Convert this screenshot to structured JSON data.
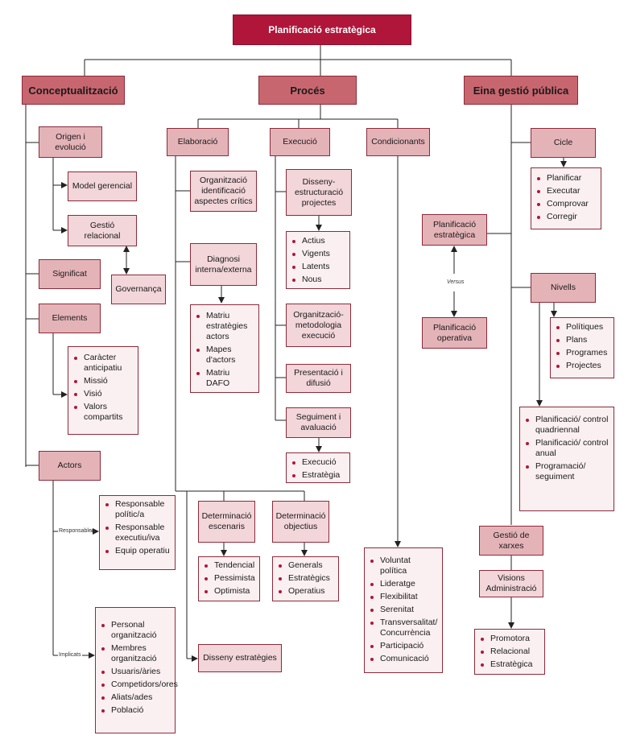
{
  "title": "Planificació estratègica",
  "heads": {
    "concept": "Conceptualització",
    "proces": "Procés",
    "eina": "Eina gestió pública"
  },
  "concept": {
    "origen": "Origen i evolució",
    "model": "Model gerencial",
    "gestio_rel": "Gestió relacional",
    "governanca": "Governança",
    "significat": "Significat",
    "elements": "Elements",
    "elements_list": [
      "Caràcter anticipatiu",
      "Missió",
      "Visió",
      "Valors compartits"
    ],
    "actors": "Actors",
    "responsables_label": "Responsables",
    "responsables_list": [
      "Responsable polític/a",
      "Responsable executiu/iva",
      "Equip operatiu"
    ],
    "implicats_label": "Implicats",
    "implicats_list": [
      "Personal organització",
      "Membres organització",
      "Usuaris/àries",
      "Competidors/ores",
      "Aliats/ades",
      "Població"
    ]
  },
  "proces": {
    "elaboracio": "Elaboració",
    "execucio": "Execució",
    "condicionants": "Condicionants",
    "org_ident": "Organització identificació aspectes crítics",
    "diagnosi": "Diagnosi interna/externa",
    "diagnosi_list": [
      "Matriu estratègies actors",
      "Mapes d'actors",
      "Matriu DAFO"
    ],
    "disseny_proj": "Disseny-estructuració projectes",
    "projectes_list": [
      "Actius",
      "Vigents",
      "Latents",
      "Nous"
    ],
    "org_metod": "Organització-metodologia execució",
    "presentacio": "Presentació i difusió",
    "seguiment": "Seguiment i avaluació",
    "seguiment_list": [
      "Execució",
      "Estratègia"
    ],
    "det_escenaris": "Determinació escenaris",
    "escenaris_list": [
      "Tendencial",
      "Pessimista",
      "Optimista"
    ],
    "det_objectius": "Determinació objectius",
    "objectius_list": [
      "Generals",
      "Estratègics",
      "Operatius"
    ],
    "disseny_estr": "Disseny estratègies",
    "condicionants_list": [
      "Voluntat política",
      "Lideratge",
      "Flexibilitat",
      "Serenitat",
      "Transversalitat/ Concurrència",
      "Participació",
      "Comunicació"
    ]
  },
  "eina": {
    "cicle": "Cicle",
    "cicle_list": [
      "Planificar",
      "Executar",
      "Comprovar",
      "Corregir"
    ],
    "plan_estr": "Planificació estratègica",
    "versus": "Versus",
    "plan_oper": "Planificació operativa",
    "nivells": "Nivells",
    "nivells_list": [
      "Polítiques",
      "Plans",
      "Programes",
      "Projectes"
    ],
    "plan_list": [
      "Planificació/ control quadriennal",
      "Planificació/ control anual",
      "Programació/ seguiment"
    ],
    "xarxes": "Gestió de xarxes",
    "visions": "Visions Administració",
    "visions_list": [
      "Promotora",
      "Relacional",
      "Estratègica"
    ]
  }
}
